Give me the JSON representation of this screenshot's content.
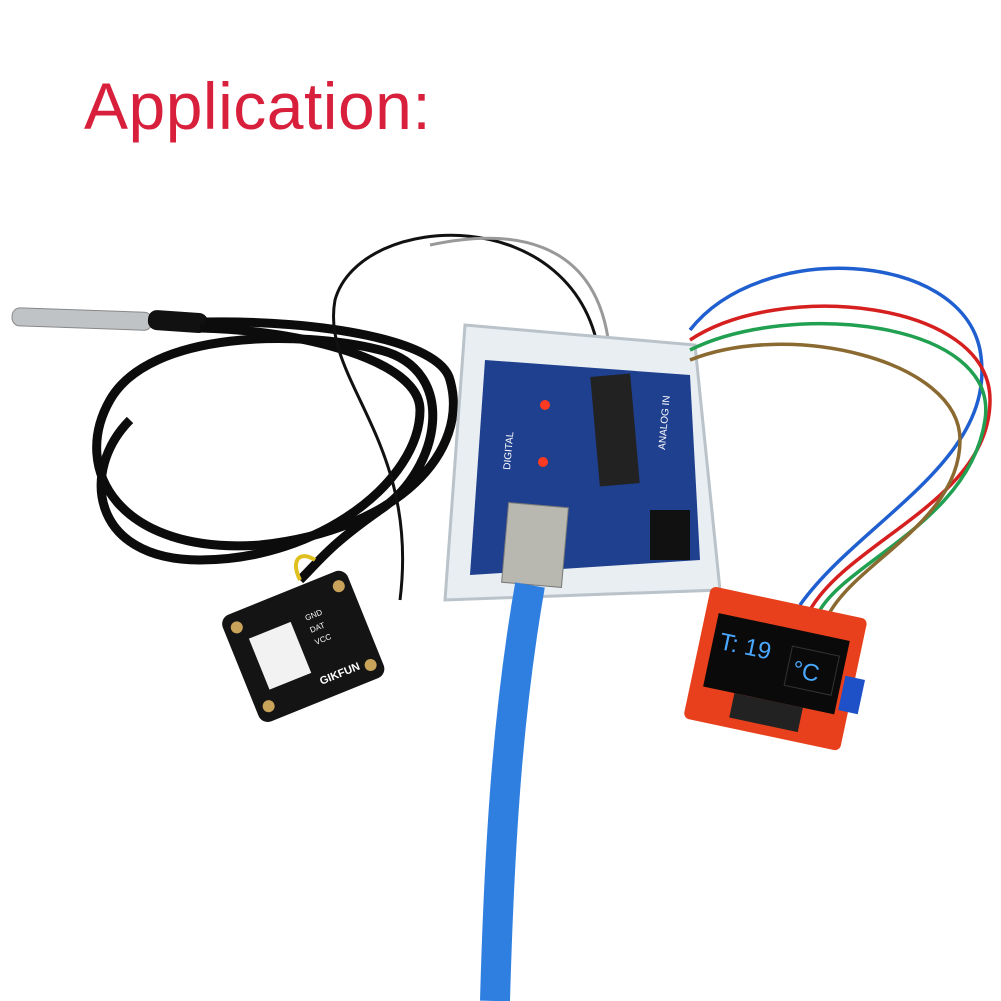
{
  "title": "Application:",
  "oled": {
    "temp_label": "T: 19",
    "unit": "°C"
  },
  "sensor_board": {
    "brand": "GIKFUN",
    "pins": [
      "GND",
      "DAT",
      "VCC"
    ]
  },
  "arduino": {
    "digital_label": "DIGITAL",
    "analog_label": "ANALOG IN"
  },
  "colors": {
    "title": "#d8203c",
    "arduino_board": "#1f3f8f",
    "oled_board": "#e8401c",
    "oled_text": "#4aa8ff",
    "usb_cable": "#2f7fe0"
  }
}
